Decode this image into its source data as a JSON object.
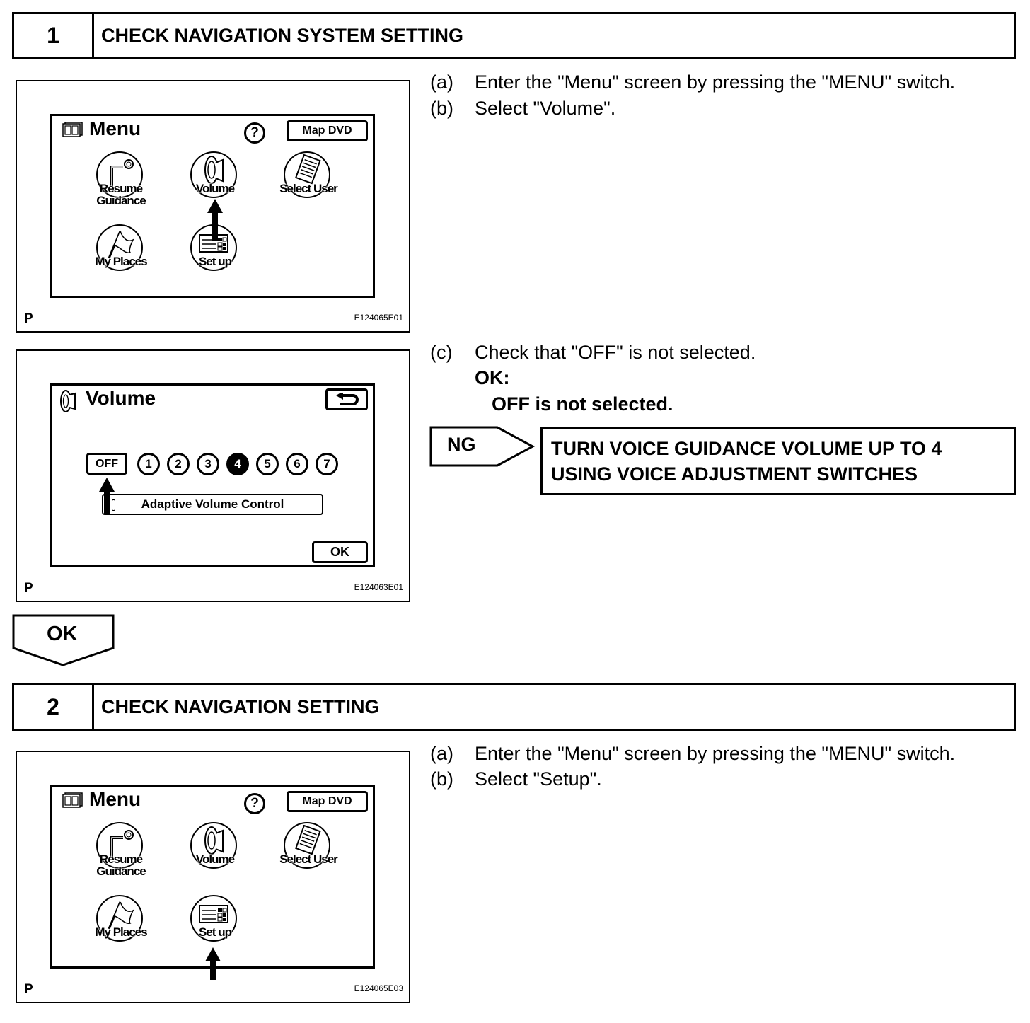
{
  "steps": [
    {
      "number": "1",
      "title": "CHECK NAVIGATION SYSTEM SETTING",
      "instructions": [
        {
          "label": "(a)",
          "text": "Enter the \"Menu\" screen by pressing the \"MENU\" switch."
        },
        {
          "label": "(b)",
          "text": "Select \"Volume\"."
        },
        {
          "label": "(c)",
          "text": "Check that \"OFF\" is not selected."
        }
      ],
      "ok_label": "OK:",
      "ok_condition": "OFF is not selected.",
      "ng_label": "NG",
      "ng_action_line1": "TURN VOICE GUIDANCE VOLUME UP TO 4",
      "ng_action_line2": "USING VOICE ADJUSTMENT SWITCHES",
      "figures": [
        {
          "type": "menu",
          "code": "E124065E01",
          "corner_label": "P",
          "screen_title": "Menu",
          "help": "?",
          "map_button": "Map DVD",
          "items": [
            {
              "line1": "Resume",
              "line2": "Guidance",
              "icon": "resume-guidance-icon"
            },
            {
              "line1": "Volume",
              "line2": "",
              "icon": "speaker-icon"
            },
            {
              "line1": "Select User",
              "line2": "",
              "icon": "user-list-icon"
            },
            {
              "line1": "My Places",
              "line2": "",
              "icon": "flag-icon"
            },
            {
              "line1": "Set up",
              "line2": "",
              "icon": "setup-panel-icon"
            }
          ],
          "highlighted_item": "Volume"
        },
        {
          "type": "volume",
          "code": "E124063E01",
          "corner_label": "P",
          "screen_title": "Volume",
          "off_label": "OFF",
          "levels": [
            "1",
            "2",
            "3",
            "4",
            "5",
            "6",
            "7"
          ],
          "selected_level": "4",
          "adaptive_label": "Adaptive Volume Control",
          "ok_button": "OK",
          "highlighted_item": "OFF"
        }
      ]
    },
    {
      "number": "2",
      "title": "CHECK NAVIGATION SETTING",
      "instructions": [
        {
          "label": "(a)",
          "text": "Enter the \"Menu\" screen by pressing the \"MENU\" switch."
        },
        {
          "label": "(b)",
          "text": "Select \"Setup\"."
        }
      ],
      "figures": [
        {
          "type": "menu",
          "code": "E124065E03",
          "corner_label": "P",
          "screen_title": "Menu",
          "help": "?",
          "map_button": "Map DVD",
          "items": [
            {
              "line1": "Resume",
              "line2": "Guidance",
              "icon": "resume-guidance-icon"
            },
            {
              "line1": "Volume",
              "line2": "",
              "icon": "speaker-icon"
            },
            {
              "line1": "Select User",
              "line2": "",
              "icon": "user-list-icon"
            },
            {
              "line1": "My Places",
              "line2": "",
              "icon": "flag-icon"
            },
            {
              "line1": "Set up",
              "line2": "",
              "icon": "setup-panel-icon"
            }
          ],
          "highlighted_item": "Set up"
        }
      ]
    }
  ],
  "ok_flow_label": "OK"
}
